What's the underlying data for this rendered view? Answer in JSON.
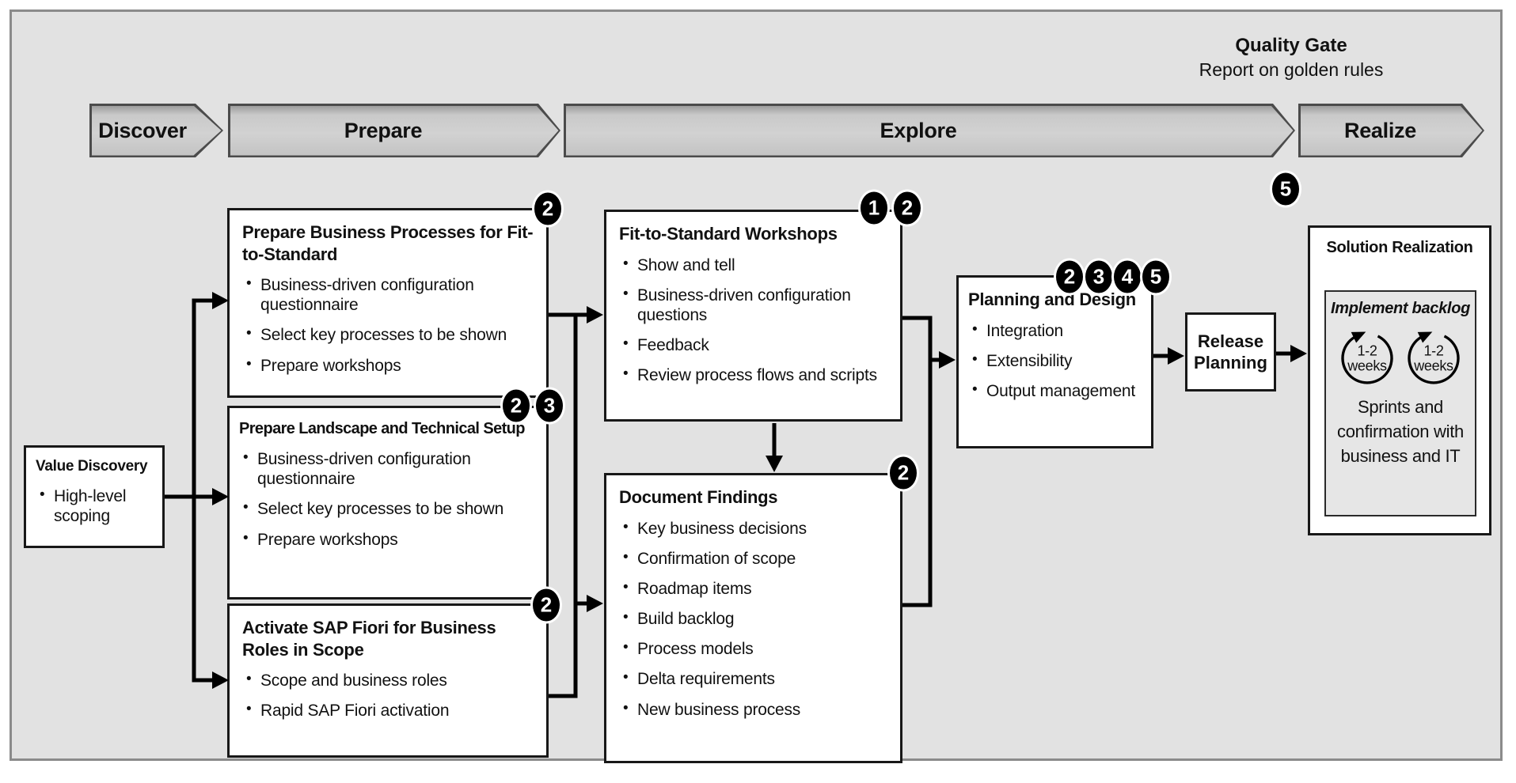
{
  "phases": [
    "Discover",
    "Prepare",
    "Explore",
    "Realize"
  ],
  "quality_gate": {
    "title": "Quality Gate",
    "subtitle": "Report on golden rules",
    "badge": "5"
  },
  "boxes": {
    "value_discovery": {
      "title": "Value Discovery",
      "bullets": [
        "High-level scoping"
      ]
    },
    "prepare_business": {
      "title": "Prepare Business Processes for Fit-to-Standard",
      "badges": [
        "2"
      ],
      "bullets": [
        "Business-driven configuration questionnaire",
        "Select key processes to be shown",
        "Prepare workshops"
      ]
    },
    "prepare_landscape": {
      "title": "Prepare Landscape and Technical Setup",
      "badges": [
        "2",
        "3"
      ],
      "bullets": [
        "Business-driven configuration questionnaire",
        "Select key processes to be shown",
        "Prepare workshops"
      ]
    },
    "activate_fiori": {
      "title": "Activate SAP Fiori for Business Roles in Scope",
      "badges": [
        "2"
      ],
      "bullets": [
        "Scope and business roles",
        "Rapid SAP Fiori activation"
      ]
    },
    "fit_to_standard": {
      "title": "Fit-to-Standard Workshops",
      "badges": [
        "1",
        "2"
      ],
      "bullets": [
        "Show and tell",
        "Business-driven configuration questions",
        "Feedback",
        "Review process flows and scripts"
      ]
    },
    "document_findings": {
      "title": "Document Findings",
      "badges": [
        "2"
      ],
      "bullets": [
        "Key business decisions",
        "Confirmation of scope",
        "Roadmap items",
        "Build backlog",
        "Process models",
        "Delta requirements",
        "New business process"
      ]
    },
    "planning_design": {
      "title": "Planning and Design",
      "badges": [
        "2",
        "3",
        "4",
        "5"
      ],
      "bullets": [
        "Integration",
        "Extensibility",
        "Output management"
      ]
    },
    "release_planning": {
      "title": "Release Planning"
    },
    "solution_realization": {
      "title": "Solution Realization",
      "backlog_title": "Implement backlog",
      "cycle_label": "1-2 weeks",
      "description": "Sprints and confirmation with business and IT"
    }
  },
  "colors": {
    "panel_background": "#e2e2e2",
    "panel_border": "#8b8b8b",
    "box_background": "#ffffff",
    "box_border": "#181818",
    "phase_arrow_fill": "#c9c9c9",
    "phase_arrow_border": "#4b4b4b",
    "badge_background": "#000000",
    "badge_text": "#ffffff",
    "connector": "#000000"
  }
}
